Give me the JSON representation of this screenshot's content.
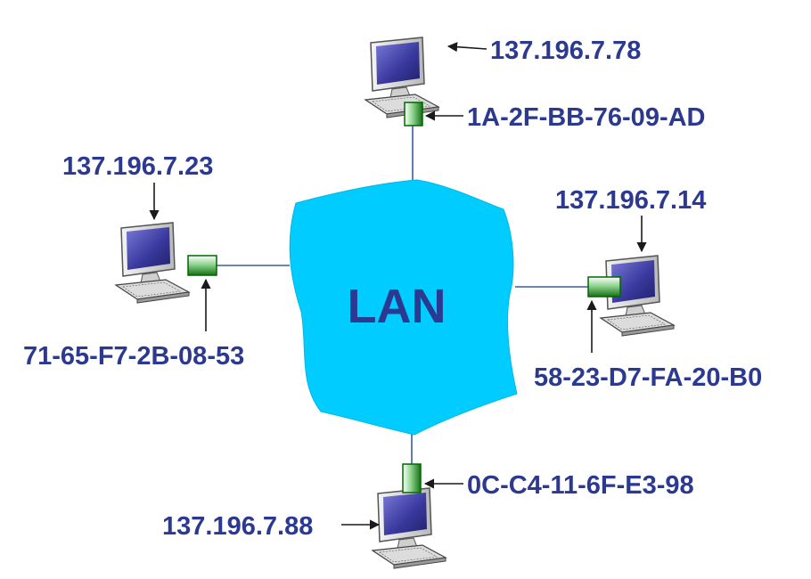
{
  "lan": {
    "label": "LAN"
  },
  "colors": {
    "cloud": "#00ccff",
    "text": "#2b3990",
    "adapter_fill": "#1e7a1e",
    "adapter_stroke": "#006600",
    "link": "#3a5aa8",
    "screen": "#4a4ab0"
  },
  "hosts": [
    {
      "id": "top",
      "ip": "137.196.7.78",
      "mac": "1A-2F-BB-76-09-AD"
    },
    {
      "id": "left",
      "ip": "137.196.7.23",
      "mac": "71-65-F7-2B-08-53"
    },
    {
      "id": "right",
      "ip": "137.196.7.14",
      "mac": "58-23-D7-FA-20-B0"
    },
    {
      "id": "bottom",
      "ip": "137.196.7.88",
      "mac": "0C-C4-11-6F-E3-98"
    }
  ]
}
